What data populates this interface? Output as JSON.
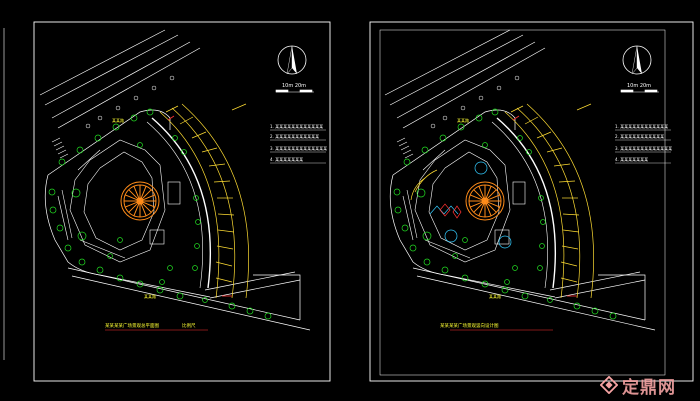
{
  "colors": {
    "frame": "#ffffff",
    "road": "#ffffff",
    "building": "#ffffff",
    "tree": "#22dd22",
    "canopy": "#ffdd33",
    "accent": "#ff3333",
    "plaza": "#ff8c1a",
    "cyan": "#33ccff",
    "watermark": "#f6a3a3"
  },
  "sheets": [
    {
      "id": "left",
      "notes": [
        "1. 某某某某某某某某某某某某",
        "2. 某某某某某某某某某某某",
        "3. 某某某某某某某某某某某某某",
        "4. 某某某某某某某"
      ],
      "scale_label": "10m    20m",
      "road_label": "某某路",
      "road_label_2": "某某路",
      "title": "某某某某广场景观总平面图",
      "title_suffix": "比例尺"
    },
    {
      "id": "right",
      "notes": [
        "1. 某某某某某某某某某某某某",
        "2. 某某某某某某某某某某某",
        "3. 某某某某某某某某某某某某某",
        "4. 某某某某某某某"
      ],
      "scale_label": "10m    20m",
      "road_label": "某某路",
      "road_label_2": "某某路",
      "title": "某某某某广场景观竖向设计图",
      "title_suffix": ""
    }
  ],
  "watermark": {
    "text": "定鼎网",
    "icon": "dingding-logo-icon"
  }
}
